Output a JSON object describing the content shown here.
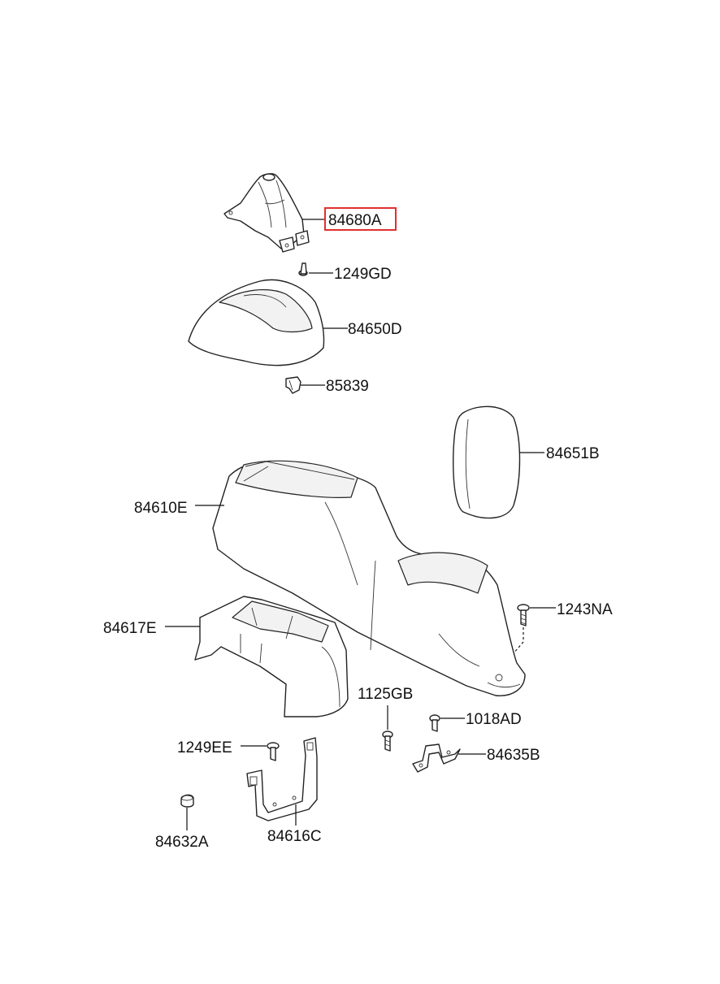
{
  "diagram": {
    "highlight_color": "#e03030",
    "callouts": {
      "gear_boot": "84680A",
      "screw_1249gd": "1249GD",
      "shift_cover": "84650D",
      "clip": "85839",
      "armrest_pad": "84651B",
      "console_body": "84610E",
      "bolt_1243na": "1243NA",
      "rear_panel": "84617E",
      "bolt_1125gb": "1125GB",
      "bolt_1018ad": "1018AD",
      "screw_1249ee": "1249EE",
      "bracket_small": "84635B",
      "plug": "84632A",
      "bracket_large": "84616C"
    }
  }
}
